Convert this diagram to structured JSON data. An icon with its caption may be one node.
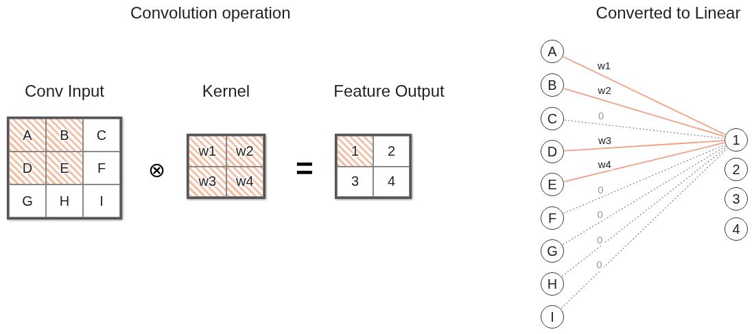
{
  "diagram": {
    "title": "Convolution operation",
    "nodes": [
      {
        "text": [
          "Conv Input"
        ]
      },
      {
        "text": [
          "A"
        ],
        "in": 0
      },
      {
        "text": [
          "B"
        ],
        "in": 0
      },
      {
        "text": [
          "C"
        ],
        "in": 0
      },
      {
        "text": [
          "D"
        ],
        "in": 0
      },
      {
        "text": [
          "E"
        ],
        "in": 0
      },
      {
        "text": [
          "F"
        ],
        "in": 0
      },
      {
        "text": [
          "G"
        ],
        "in": 0
      },
      {
        "text": [
          "H"
        ],
        "in": 0
      },
      {
        "text": [
          "I"
        ],
        "in": 0
      },
      {
        "text": [
          "Kernel"
        ]
      },
      {
        "text": [
          "w1"
        ],
        "in": 10
      },
      {
        "text": [
          "w2"
        ],
        "in": 10
      },
      {
        "text": [
          "w3"
        ],
        "in": 10
      },
      {
        "text": [
          "w4"
        ],
        "in": 10
      },
      {
        "text": [
          "Feature Output"
        ]
      },
      {
        "text": [
          "1"
        ],
        "in": 15
      },
      {
        "text": [
          "2"
        ],
        "in": 15
      },
      {
        "text": [
          "3"
        ],
        "in": 15
      },
      {
        "text": [
          "4"
        ],
        "in": 15
      },
      {
        "text": [
          "A"
        ]
      },
      {
        "text": [
          "B"
        ]
      },
      {
        "text": [
          "C"
        ]
      },
      {
        "text": [
          "D"
        ]
      },
      {
        "text": [
          "E"
        ]
      },
      {
        "text": [
          "F"
        ]
      },
      {
        "text": [
          "G"
        ]
      },
      {
        "text": [
          "H"
        ]
      },
      {
        "text": [
          "I"
        ]
      },
      {
        "text": [
          "1"
        ]
      },
      {
        "text": [
          "2"
        ]
      },
      {
        "text": [
          "3"
        ]
      },
      {
        "text": [
          "4"
        ]
      }
    ],
    "edges": [
      {
        "from": 20,
        "to": 29,
        "arrow": "none",
        "label": "w1",
        "color": "#f0a080"
      },
      {
        "from": 21,
        "to": 29,
        "arrow": "none",
        "label": "w2",
        "color": "#f0a080"
      },
      {
        "from": 22,
        "to": 29,
        "arrow": "none",
        "label": "0",
        "style": "dashed"
      },
      {
        "from": 23,
        "to": 29,
        "arrow": "none",
        "label": "w3",
        "color": "#f0a080"
      },
      {
        "from": 24,
        "to": 29,
        "arrow": "none",
        "label": "w4",
        "color": "#f0a080"
      },
      {
        "from": 25,
        "to": 29,
        "arrow": "none",
        "label": "0",
        "style": "dashed"
      },
      {
        "from": 26,
        "to": 29,
        "arrow": "none",
        "label": "0",
        "style": "dashed"
      },
      {
        "from": 27,
        "to": 29,
        "arrow": "none",
        "label": "0",
        "style": "dashed"
      },
      {
        "from": 28,
        "to": 29,
        "arrow": "none",
        "label": "0",
        "style": "dashed"
      }
    ],
    "labels": [
      "Converted to Linear",
      "⊗",
      "="
    ]
  }
}
